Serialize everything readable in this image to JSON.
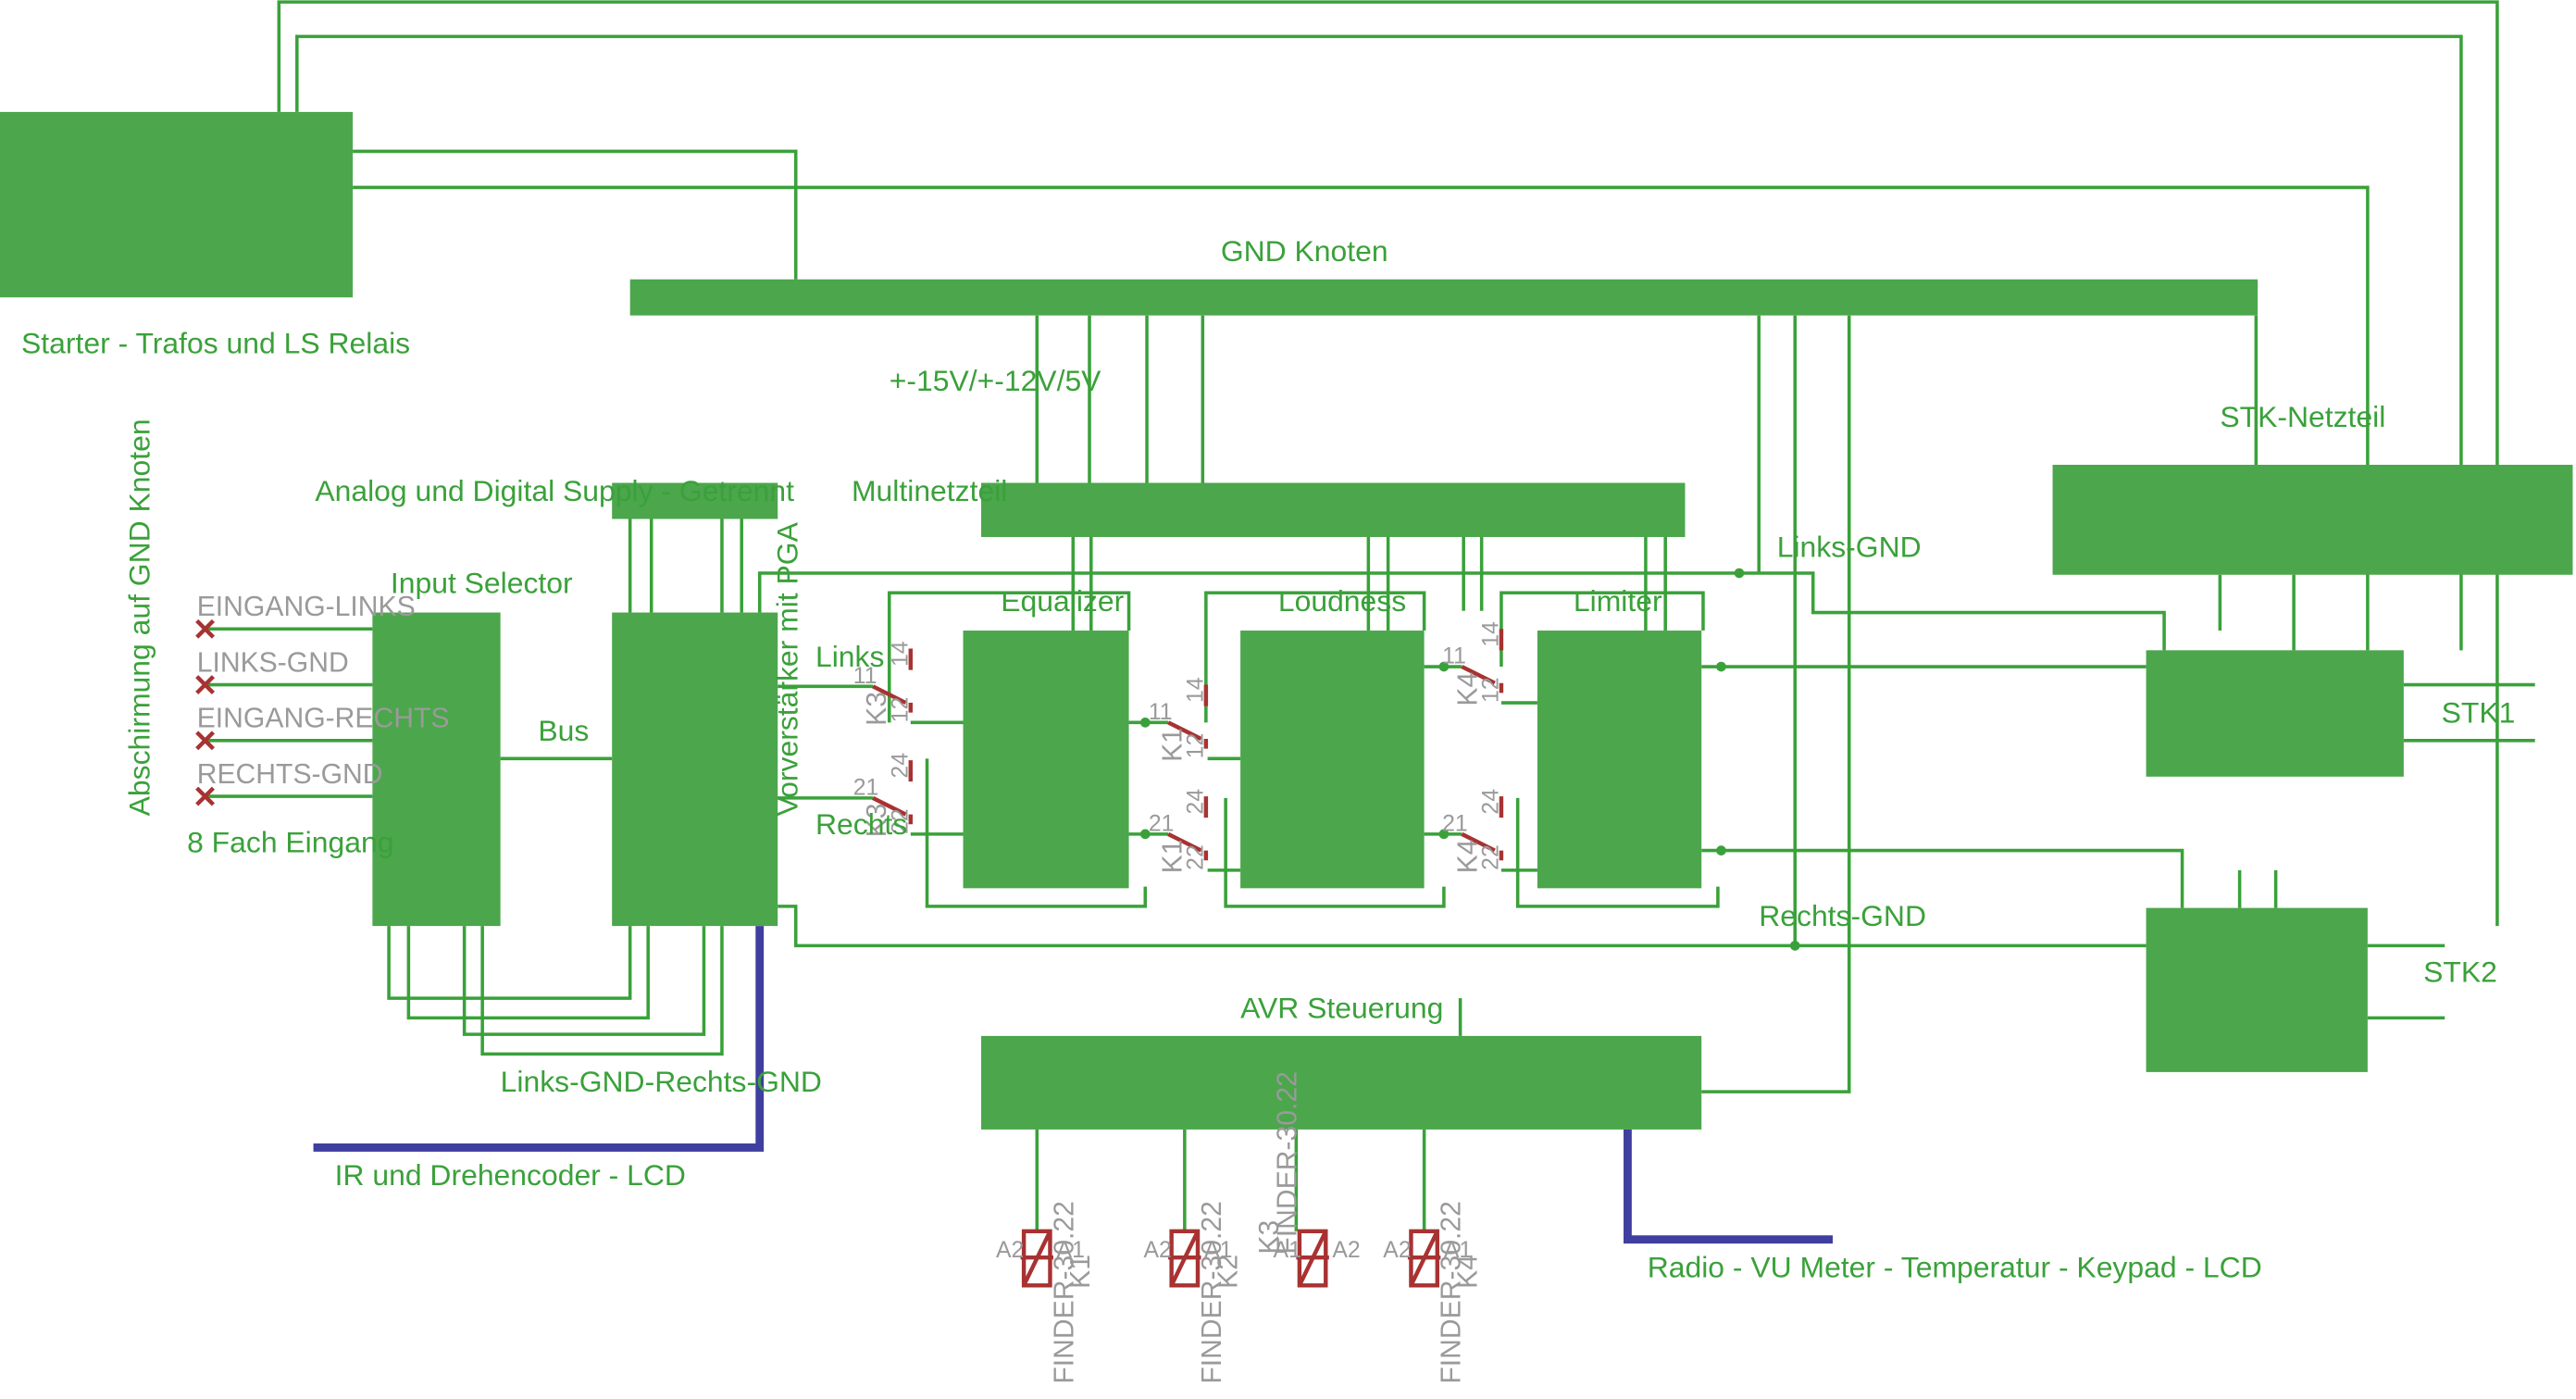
{
  "labels": {
    "starter": "Starter - Trafos und LS Relais",
    "gnd_knoten": "GND Knoten",
    "voltages": "+-15V/+-12V/5V",
    "analog_digital_supply": "Analog und Digital Supply - Getrennt",
    "multinetzteil": "Multinetzteil",
    "stk_netzteil": "STK-Netzteil",
    "links_gnd": "Links-GND",
    "rechts_gnd": "Rechts-GND",
    "input_selector": "Input Selector",
    "bus": "Bus",
    "eight_fach": "8 Fach Eingang",
    "abschirmung": "Abschirmung auf GND Knoten",
    "vorverstaerker": "Vorverstärker mit PGA",
    "links": "Links",
    "rechts": "Rechts",
    "equalizer": "Equalizer",
    "loudness": "Loudness",
    "limiter": "Limiter",
    "stk1": "STK1",
    "stk2": "STK2",
    "avr": "AVR Steuerung",
    "links_gnd_rechts_gnd": "Links-GND-Rechts-GND",
    "ir_drehencoder": "IR und Drehencoder - LCD",
    "radio_vu": "Radio - VU Meter - Temperatur - Keypad - LCD"
  },
  "inputs": [
    "EINGANG-LINKS",
    "LINKS-GND",
    "EINGANG-RECHTS",
    "RECHTS-GND"
  ],
  "switch_contacts": [
    {
      "ref": "K3",
      "top_a": "11",
      "top_b": "14",
      "bot": "12"
    },
    {
      "ref": "K3",
      "top_a": "21",
      "top_b": "24",
      "bot": "22"
    },
    {
      "ref": "K1",
      "top_a": "11",
      "top_b": "14",
      "bot": "12"
    },
    {
      "ref": "K1",
      "top_a": "21",
      "top_b": "24",
      "bot": "22"
    },
    {
      "ref": "K4",
      "top_a": "11",
      "top_b": "14",
      "bot": "12"
    },
    {
      "ref": "K4",
      "top_a": "21",
      "top_b": "24",
      "bot": "22"
    }
  ],
  "relay_coils": [
    {
      "ref": "K1",
      "part": "FINDER-30.22",
      "a2": "A2",
      "a1": "A1"
    },
    {
      "ref": "K2",
      "part": "FINDER-30.22",
      "a2": "A2",
      "a1": "A1"
    },
    {
      "ref": "K3",
      "part": "FINDER-30.22",
      "a2": "A2",
      "a1": "A1"
    },
    {
      "ref": "K4",
      "part": "FINDER-30.22",
      "a2": "A2",
      "a1": "A1"
    }
  ],
  "colors": {
    "block": "#4ca64c",
    "wire": "#3aa13a",
    "bus": "#3f3fa0",
    "relay": "#a83232",
    "gray_text": "#9a9a9a"
  }
}
